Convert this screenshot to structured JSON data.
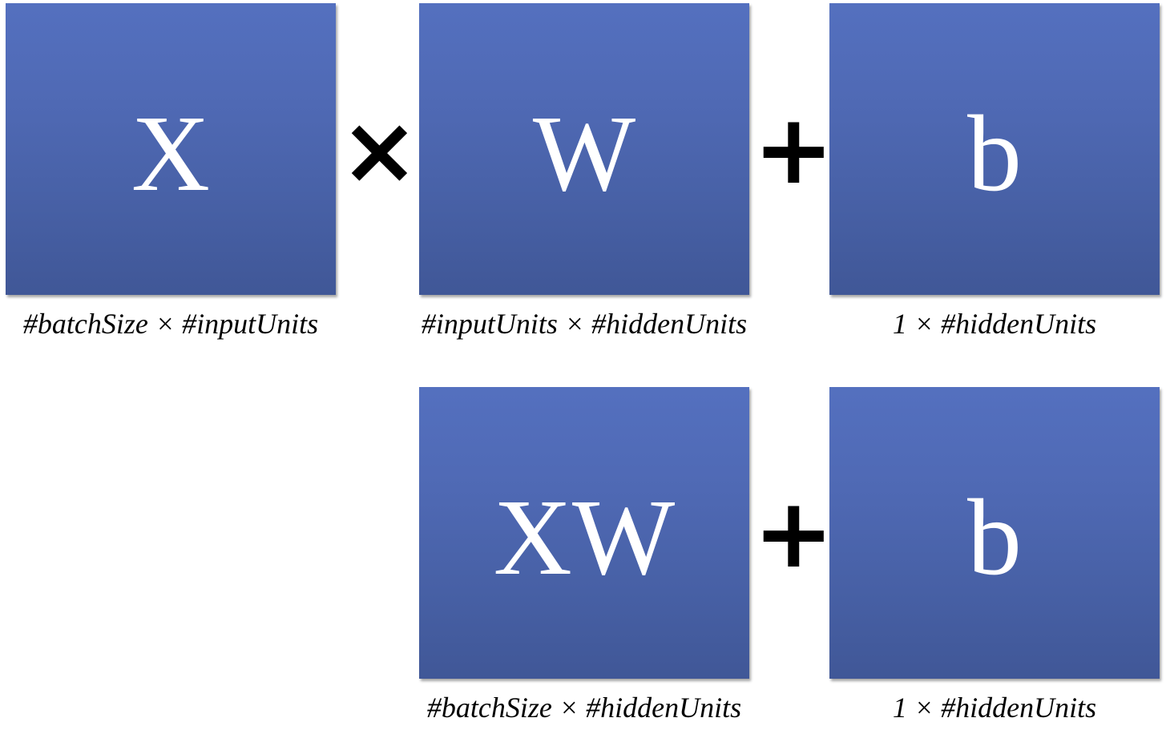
{
  "row1": {
    "x_label": "X",
    "times_symbol": "×",
    "w_label": "W",
    "plus_symbol": "+",
    "b_label": "b",
    "x_dims": "#batchSize × #inputUnits",
    "w_dims": "#inputUnits × #hiddenUnits",
    "b_dims": "1 × #hiddenUnits"
  },
  "row2": {
    "xw_label": "XW",
    "plus_symbol": "+",
    "b_label": "b",
    "xw_dims": "#batchSize × #hiddenUnits",
    "b_dims": "1 × #hiddenUnits"
  },
  "colors": {
    "box_top": "#5470bf",
    "box_bottom": "#405797",
    "box_text": "#ffffff",
    "operator": "#000000"
  }
}
